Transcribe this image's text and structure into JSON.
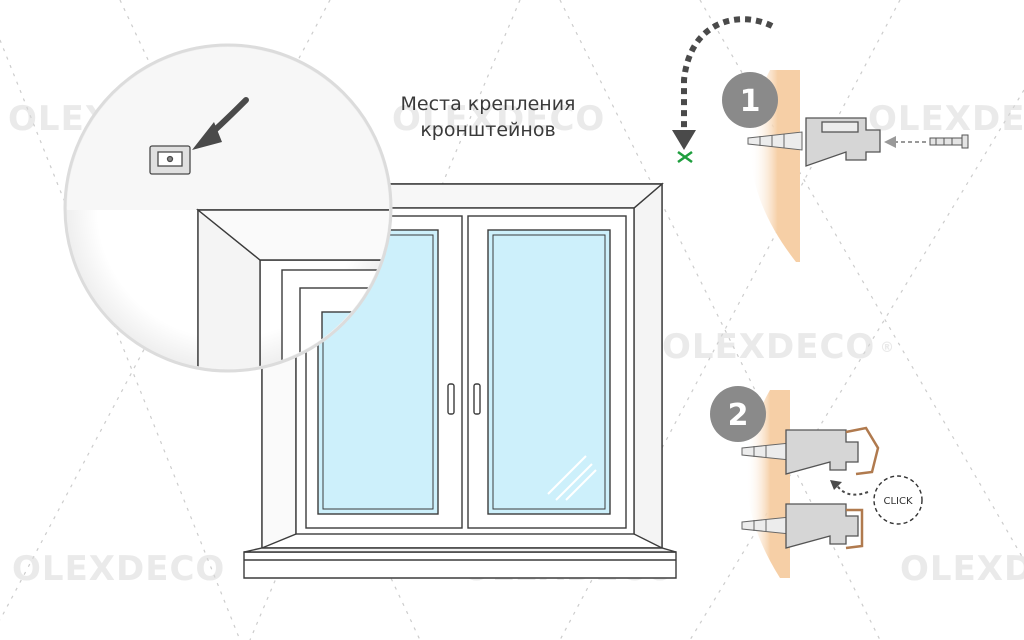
{
  "watermark": {
    "brand": "OLEXDECO",
    "mark": "®"
  },
  "caption": {
    "line1": "Места крепления",
    "line2": "кронштейнов"
  },
  "steps": [
    {
      "number": "1"
    },
    {
      "number": "2",
      "click_label": "CLICK"
    }
  ],
  "colors": {
    "wall": "#f6cfa6",
    "glass": "#cdf0fb",
    "frame_stroke": "#3c3c3c",
    "bracket": "#d6d6d6",
    "bracket_accent": "#c89a72",
    "step_badge": "#8a8a8a",
    "mark": "#1e9e3e",
    "arrow": "#4a4a4a"
  }
}
